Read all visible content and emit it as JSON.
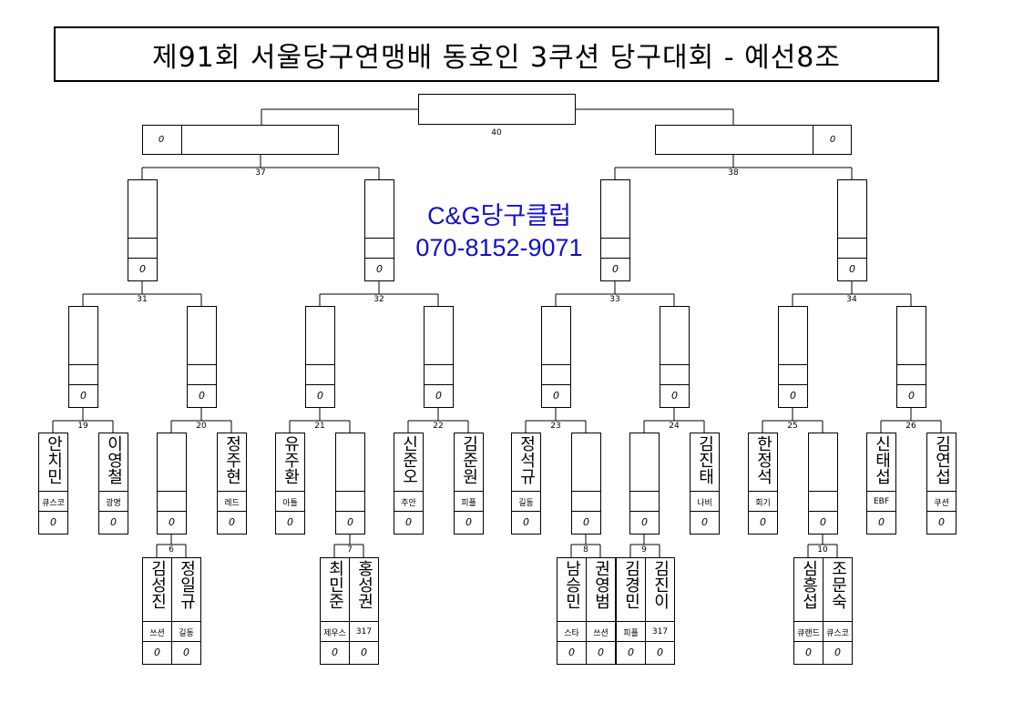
{
  "title": "제91회 서울당구연맹배 동호인 3쿠션 당구대회 - 예선8조",
  "advert": {
    "line1": "C&G당구클럽",
    "line2": "070-8152-9071",
    "color": "#1010c8"
  },
  "score_mark": "0",
  "match_numbers": {
    "m40": "40",
    "m37": "37",
    "m38": "38",
    "m31": "31",
    "m32": "32",
    "m33": "33",
    "m34": "34",
    "m19": "19",
    "m20": "20",
    "m21": "21",
    "m22": "22",
    "m23": "23",
    "m24": "24",
    "m25": "25",
    "m26": "26",
    "m6": "6",
    "m7": "7",
    "m8": "8",
    "m9": "9",
    "m10": "10"
  },
  "players": {
    "p1": {
      "name": "안치민",
      "club": "큐스코"
    },
    "p2": {
      "name": "이영철",
      "club": "광명"
    },
    "p3": {
      "name": "정주현",
      "club": "레드"
    },
    "p4": {
      "name": "유주환",
      "club": "아틀"
    },
    "p5": {
      "name": "신준오",
      "club": "주안"
    },
    "p6": {
      "name": "김준원",
      "club": "피플"
    },
    "p7": {
      "name": "정석규",
      "club": "길동"
    },
    "p8": {
      "name": "김진태",
      "club": "나비"
    },
    "p9": {
      "name": "한정석",
      "club": "회기"
    },
    "p10": {
      "name": "신태섭",
      "club": "EBF"
    },
    "p11": {
      "name": "김연섭",
      "club": "쿠션"
    },
    "p12": {
      "name": "김성진",
      "club": "쓰션"
    },
    "p13": {
      "name": "정일규",
      "club": "길동"
    },
    "p14": {
      "name": "최민준",
      "club": "제우스"
    },
    "p15": {
      "name": "홍성권",
      "club": "317"
    },
    "p16": {
      "name": "남승민",
      "club": "스타"
    },
    "p17": {
      "name": "권영범",
      "club": "쓰션"
    },
    "p18": {
      "name": "김경민",
      "club": "피플"
    },
    "p19": {
      "name": "김진이",
      "club": "317"
    },
    "p20": {
      "name": "심흥섭",
      "club": "큐랜드"
    },
    "p21": {
      "name": "조문숙",
      "club": "큐스코"
    }
  }
}
